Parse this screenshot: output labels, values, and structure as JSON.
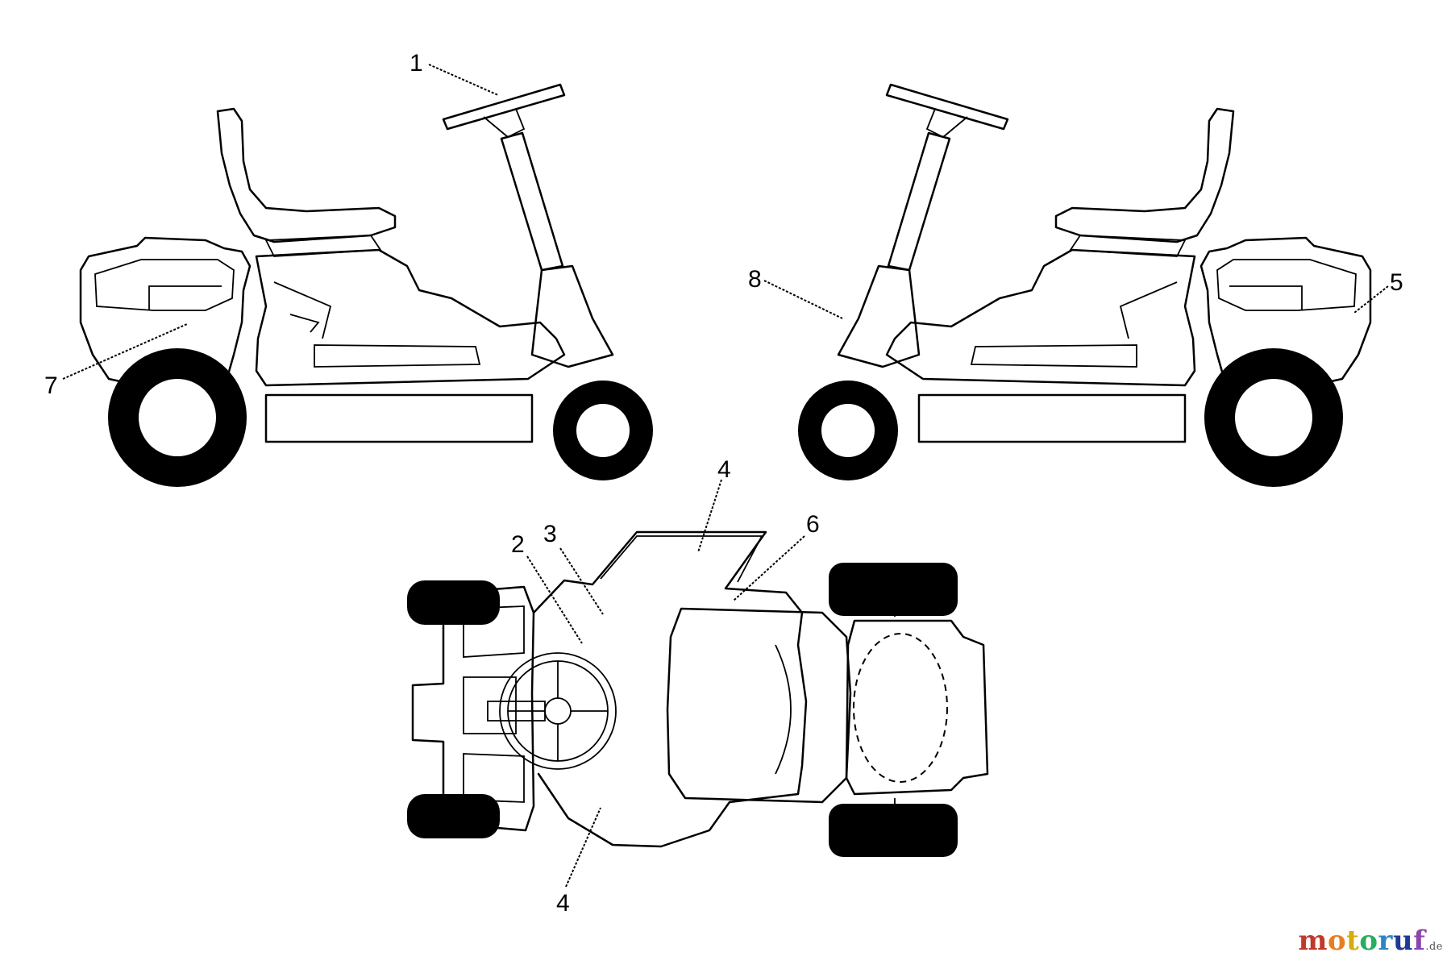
{
  "diagram": {
    "callouts": {
      "c1": "1",
      "c2": "2",
      "c3": "3",
      "c4a": "4",
      "c4b": "4",
      "c5": "5",
      "c6": "6",
      "c7": "7",
      "c8": "8"
    }
  },
  "watermark": {
    "parts": [
      "m",
      "o",
      "t",
      "o",
      "r",
      "u",
      "f"
    ],
    "suffix": ".de",
    "colors": [
      "#c0392b",
      "#e67e22",
      "#d4ac0d",
      "#27ae60",
      "#2e86c1",
      "#1f3a93",
      "#8e44ad"
    ]
  }
}
